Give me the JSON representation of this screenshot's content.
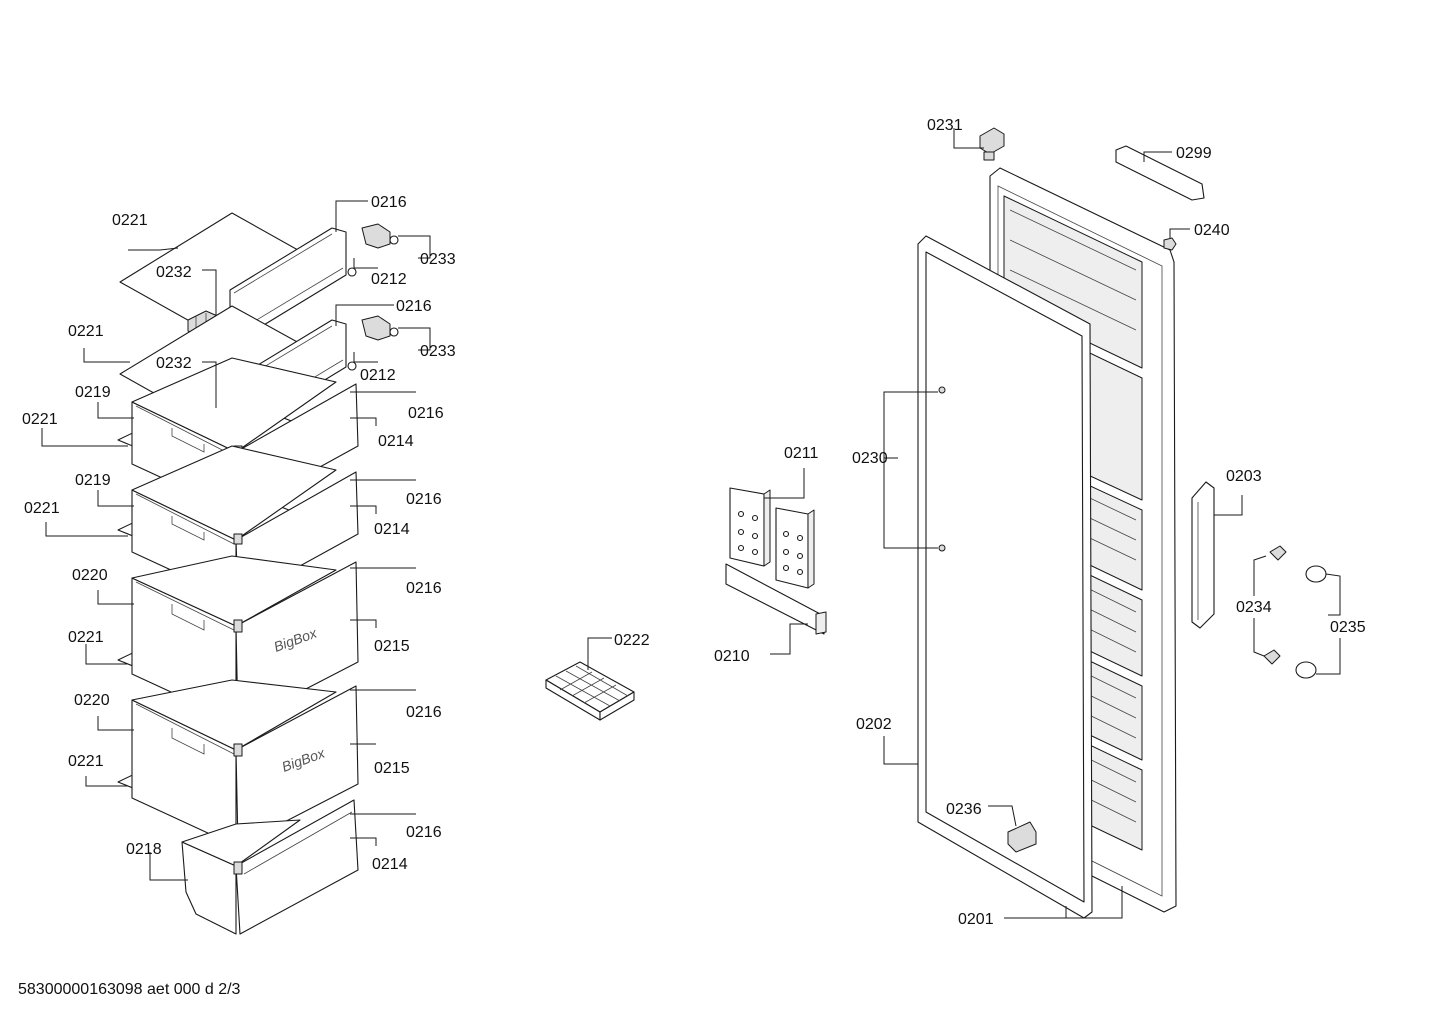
{
  "drawing_id": "58300000163098 aet 000 d 2/3",
  "brand_mark": "BigBox",
  "part_labels": {
    "l0216a": "0216",
    "l0221a": "0221",
    "l0232a": "0232",
    "l0212a": "0212",
    "l0233a": "0233",
    "l0216b": "0216",
    "l0221b": "0221",
    "l0232b": "0232",
    "l0212b": "0212",
    "l0233b": "0233",
    "l0219a": "0219",
    "l0221c": "0221",
    "l0216c": "0216",
    "l0214a": "0214",
    "l0219b": "0219",
    "l0221d": "0221",
    "l0216d": "0216",
    "l0214b": "0214",
    "l0220a": "0220",
    "l0221e": "0221",
    "l0216e": "0216",
    "l0215a": "0215",
    "l0220b": "0220",
    "l0221f": "0221",
    "l0216f": "0216",
    "l0215b": "0215",
    "l0218": "0218",
    "l0216g": "0216",
    "l0214c": "0214",
    "l0222": "0222",
    "l0211": "0211",
    "l0210": "0210",
    "l0231": "0231",
    "l0299": "0299",
    "l0240": "0240",
    "l0230": "0230",
    "l0203": "0203",
    "l0234": "0234",
    "l0235": "0235",
    "l0202": "0202",
    "l0236": "0236",
    "l0201": "0201"
  }
}
